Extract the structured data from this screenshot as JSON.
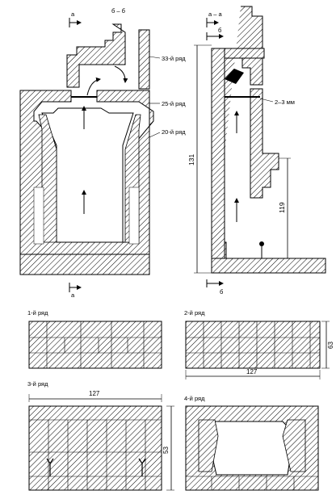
{
  "labels": {
    "section_bb": "б – б",
    "section_aa": "а – а",
    "marker_a": "а",
    "marker_b": "б",
    "row_33": "33-й ряд",
    "row_25": "25-й ряд",
    "row_20": "20-й ряд",
    "gap": "2–3 мм",
    "plan_1": "1-й ряд",
    "plan_2": "2-й ряд",
    "plan_3": "3-й ряд",
    "plan_4": "4-й ряд"
  },
  "dimensions": {
    "height_total": "131",
    "height_lower": "119",
    "plan2_depth": "63",
    "plan2_width": "127",
    "plan3_width": "127",
    "plan3_depth": "53"
  },
  "colors": {
    "ink": "#000000",
    "paper": "#ffffff"
  }
}
